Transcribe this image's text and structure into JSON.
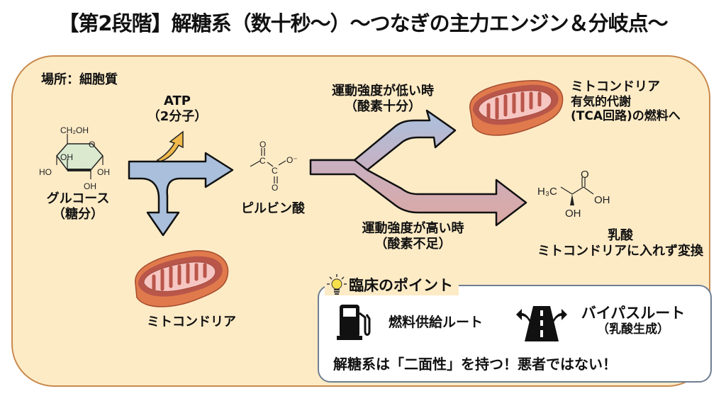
{
  "title": "【第2段階】解糖系（数十秒〜）〜つなぎの主力エンジン＆分岐点〜",
  "location": "場所：細胞質",
  "glucose": {
    "label": "グルコース",
    "sublabel": "（糖分）",
    "formula_labels": [
      "CH₂OH",
      "O",
      "OH",
      "HO",
      "OH",
      "OH"
    ]
  },
  "atp": {
    "label": "ATP",
    "sublabel": "（2分子）"
  },
  "pyruvate": {
    "label": "ピルビン酸",
    "formula_labels": [
      "O",
      "C",
      "C",
      "O⁻",
      "O"
    ]
  },
  "mito_bottom": {
    "label": "ミトコンドリア"
  },
  "low_intensity": {
    "label": "運動強度が低い時",
    "sublabel": "（酸素十分）"
  },
  "high_intensity": {
    "label": "運動強度が高い時",
    "sublabel": "（酸素不足）"
  },
  "mito_top": {
    "label": "ミトコンドリア",
    "line2": "有気的代謝",
    "line3": "(TCA回路)の燃料へ"
  },
  "lactate": {
    "label": "乳酸",
    "sublabel": "ミトコンドリアに入れず変換",
    "formula_labels": [
      "H₃C",
      "O",
      "OH",
      "OH"
    ]
  },
  "clinical": {
    "heading": "臨床のポイント",
    "fuel_route": "燃料供給ルート",
    "bypass_route": "バイパスルート",
    "bypass_sub": "（乳酸生成）",
    "summary": "解糖系は「二面性」を持つ！悪者ではない！",
    "icons": [
      "lightbulb-icon",
      "fuel-pump-icon",
      "road-fork-icon"
    ]
  },
  "colors": {
    "panel_bg": "#fdebc6",
    "panel_border": "#c98a4e",
    "arrow_blue": "#a9bfdc",
    "arrow_pink": "#d9a7a4",
    "atp_arrow": "#f0b94a",
    "mito_outer": "#e07a4c",
    "mito_inner": "#f6c6c2"
  }
}
